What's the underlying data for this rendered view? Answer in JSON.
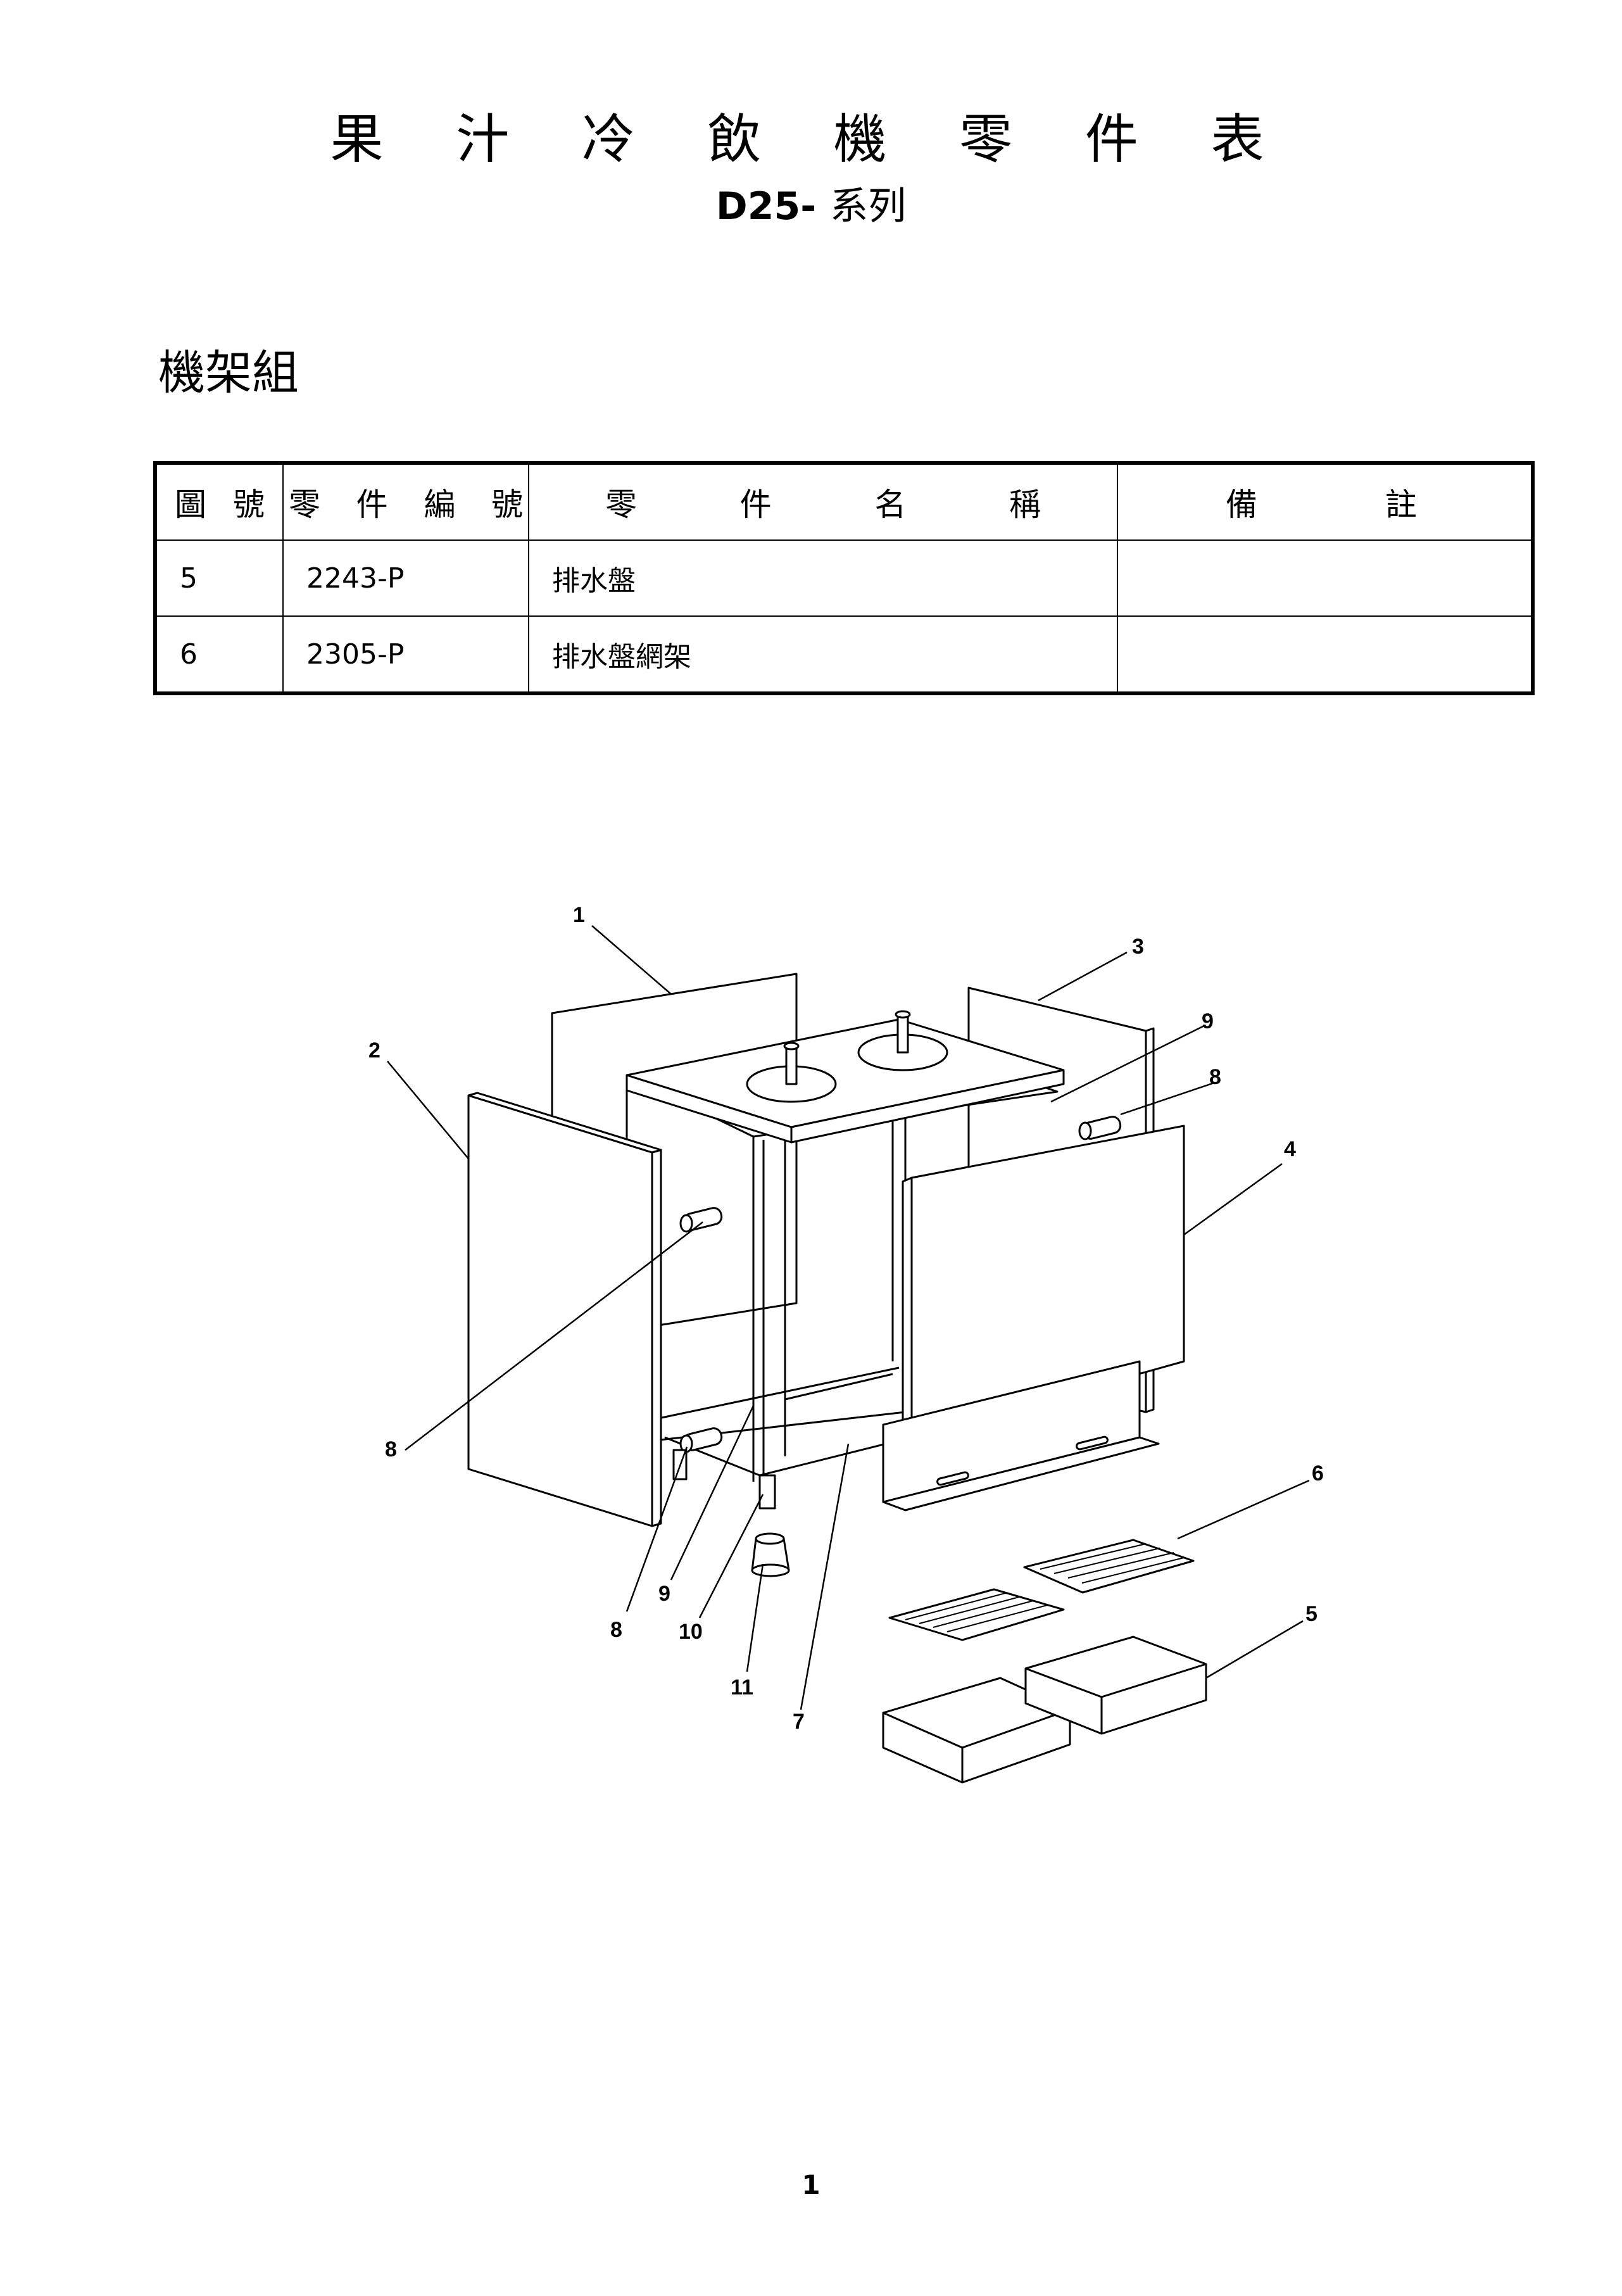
{
  "document": {
    "title": "果 汁 冷 飲 機 零 件 表",
    "model": "D25-",
    "series": "系列",
    "section": "機架組",
    "page_number": "1"
  },
  "table": {
    "headers": {
      "fig_no": [
        "圖",
        "號"
      ],
      "part_no": [
        "零",
        "件",
        "編",
        "號"
      ],
      "part_name": [
        "零",
        "件",
        "名",
        "稱"
      ],
      "remarks": [
        "備",
        "註"
      ]
    },
    "rows": [
      {
        "fig_no": "5",
        "part_no": "2243-P",
        "part_name": "排水盤",
        "remarks": ""
      },
      {
        "fig_no": "6",
        "part_no": "2305-P",
        "part_name": "排水盤網架",
        "remarks": ""
      }
    ]
  },
  "diagram": {
    "callouts": [
      "1",
      "2",
      "3",
      "4",
      "5",
      "6",
      "7",
      "8",
      "8",
      "8",
      "9",
      "9",
      "10",
      "11"
    ]
  }
}
